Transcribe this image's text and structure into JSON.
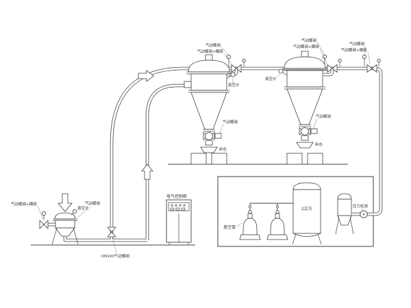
{
  "colors": {
    "line": "#3f3f3f",
    "background": "#ffffff",
    "text": "#333333"
  },
  "labels": {
    "unit1": {
      "valve_top": "气动蝶阀",
      "valve_combo": "气动蝶阀+蝶阀",
      "vacuum_gauge": "真空计",
      "discharge_valve": "气动蝶阀",
      "silo": "料仓"
    },
    "unit2": {
      "valve_top": "气动蝶阀",
      "valve_combo": "气动蝶阀+蝶阀",
      "vacuum_gauge": "真空计",
      "discharge_valve": "气动蝶阀",
      "silo": "料仓"
    },
    "right_line": {
      "valve_top": "气动蝶阀",
      "valve_combo": "气动蝶阀+蝶阀"
    },
    "feeder": {
      "valve_combo": "气动蝶阀+蝶阀",
      "vacuum_gauge": "真空计",
      "valve_top": "气动蝶阀",
      "dn100_valve": "DN100气动蝶阀"
    },
    "cabinet": {
      "title": "电气控制柜"
    },
    "pump_room": {
      "vacuum_pump": "真空泵",
      "tank_volume": "2立方",
      "pressure_check": "压力检测",
      "gauge_letter": "P"
    }
  }
}
